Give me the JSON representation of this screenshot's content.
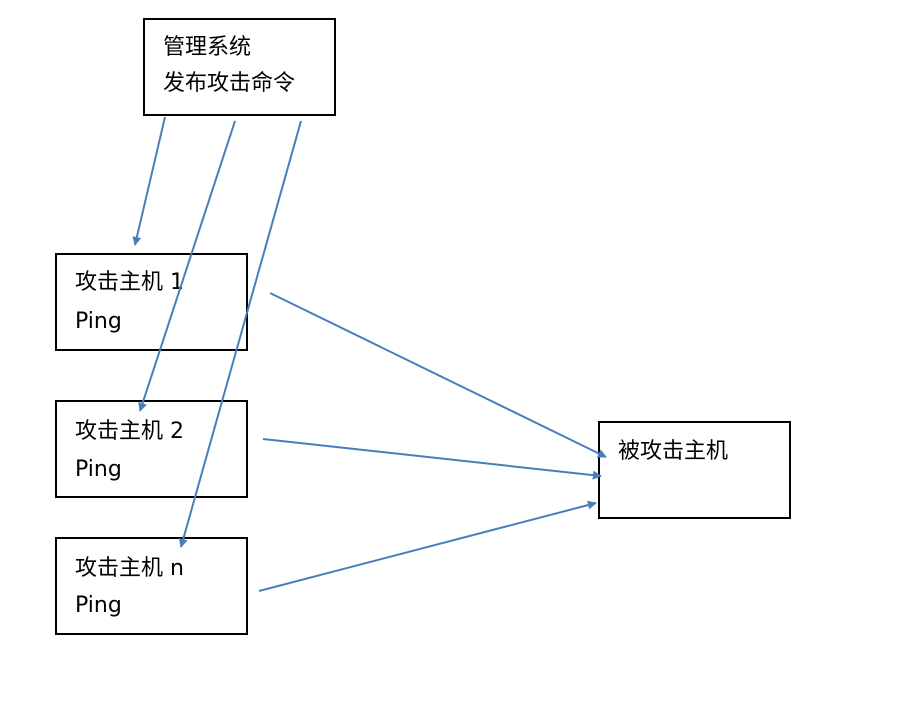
{
  "diagram": {
    "management": {
      "line1": "管理系统",
      "line2": "发布攻击命令"
    },
    "attackers": [
      {
        "title": "攻击主机 1",
        "subtitle": "Ping"
      },
      {
        "title": "攻击主机 2",
        "subtitle": "Ping"
      },
      {
        "title": "攻击主机 n",
        "subtitle": "Ping"
      }
    ],
    "target": {
      "title": "被攻击主机"
    },
    "colors": {
      "box_border": "#000000",
      "arrow": "#4a7ebb",
      "text": "#000000"
    }
  }
}
